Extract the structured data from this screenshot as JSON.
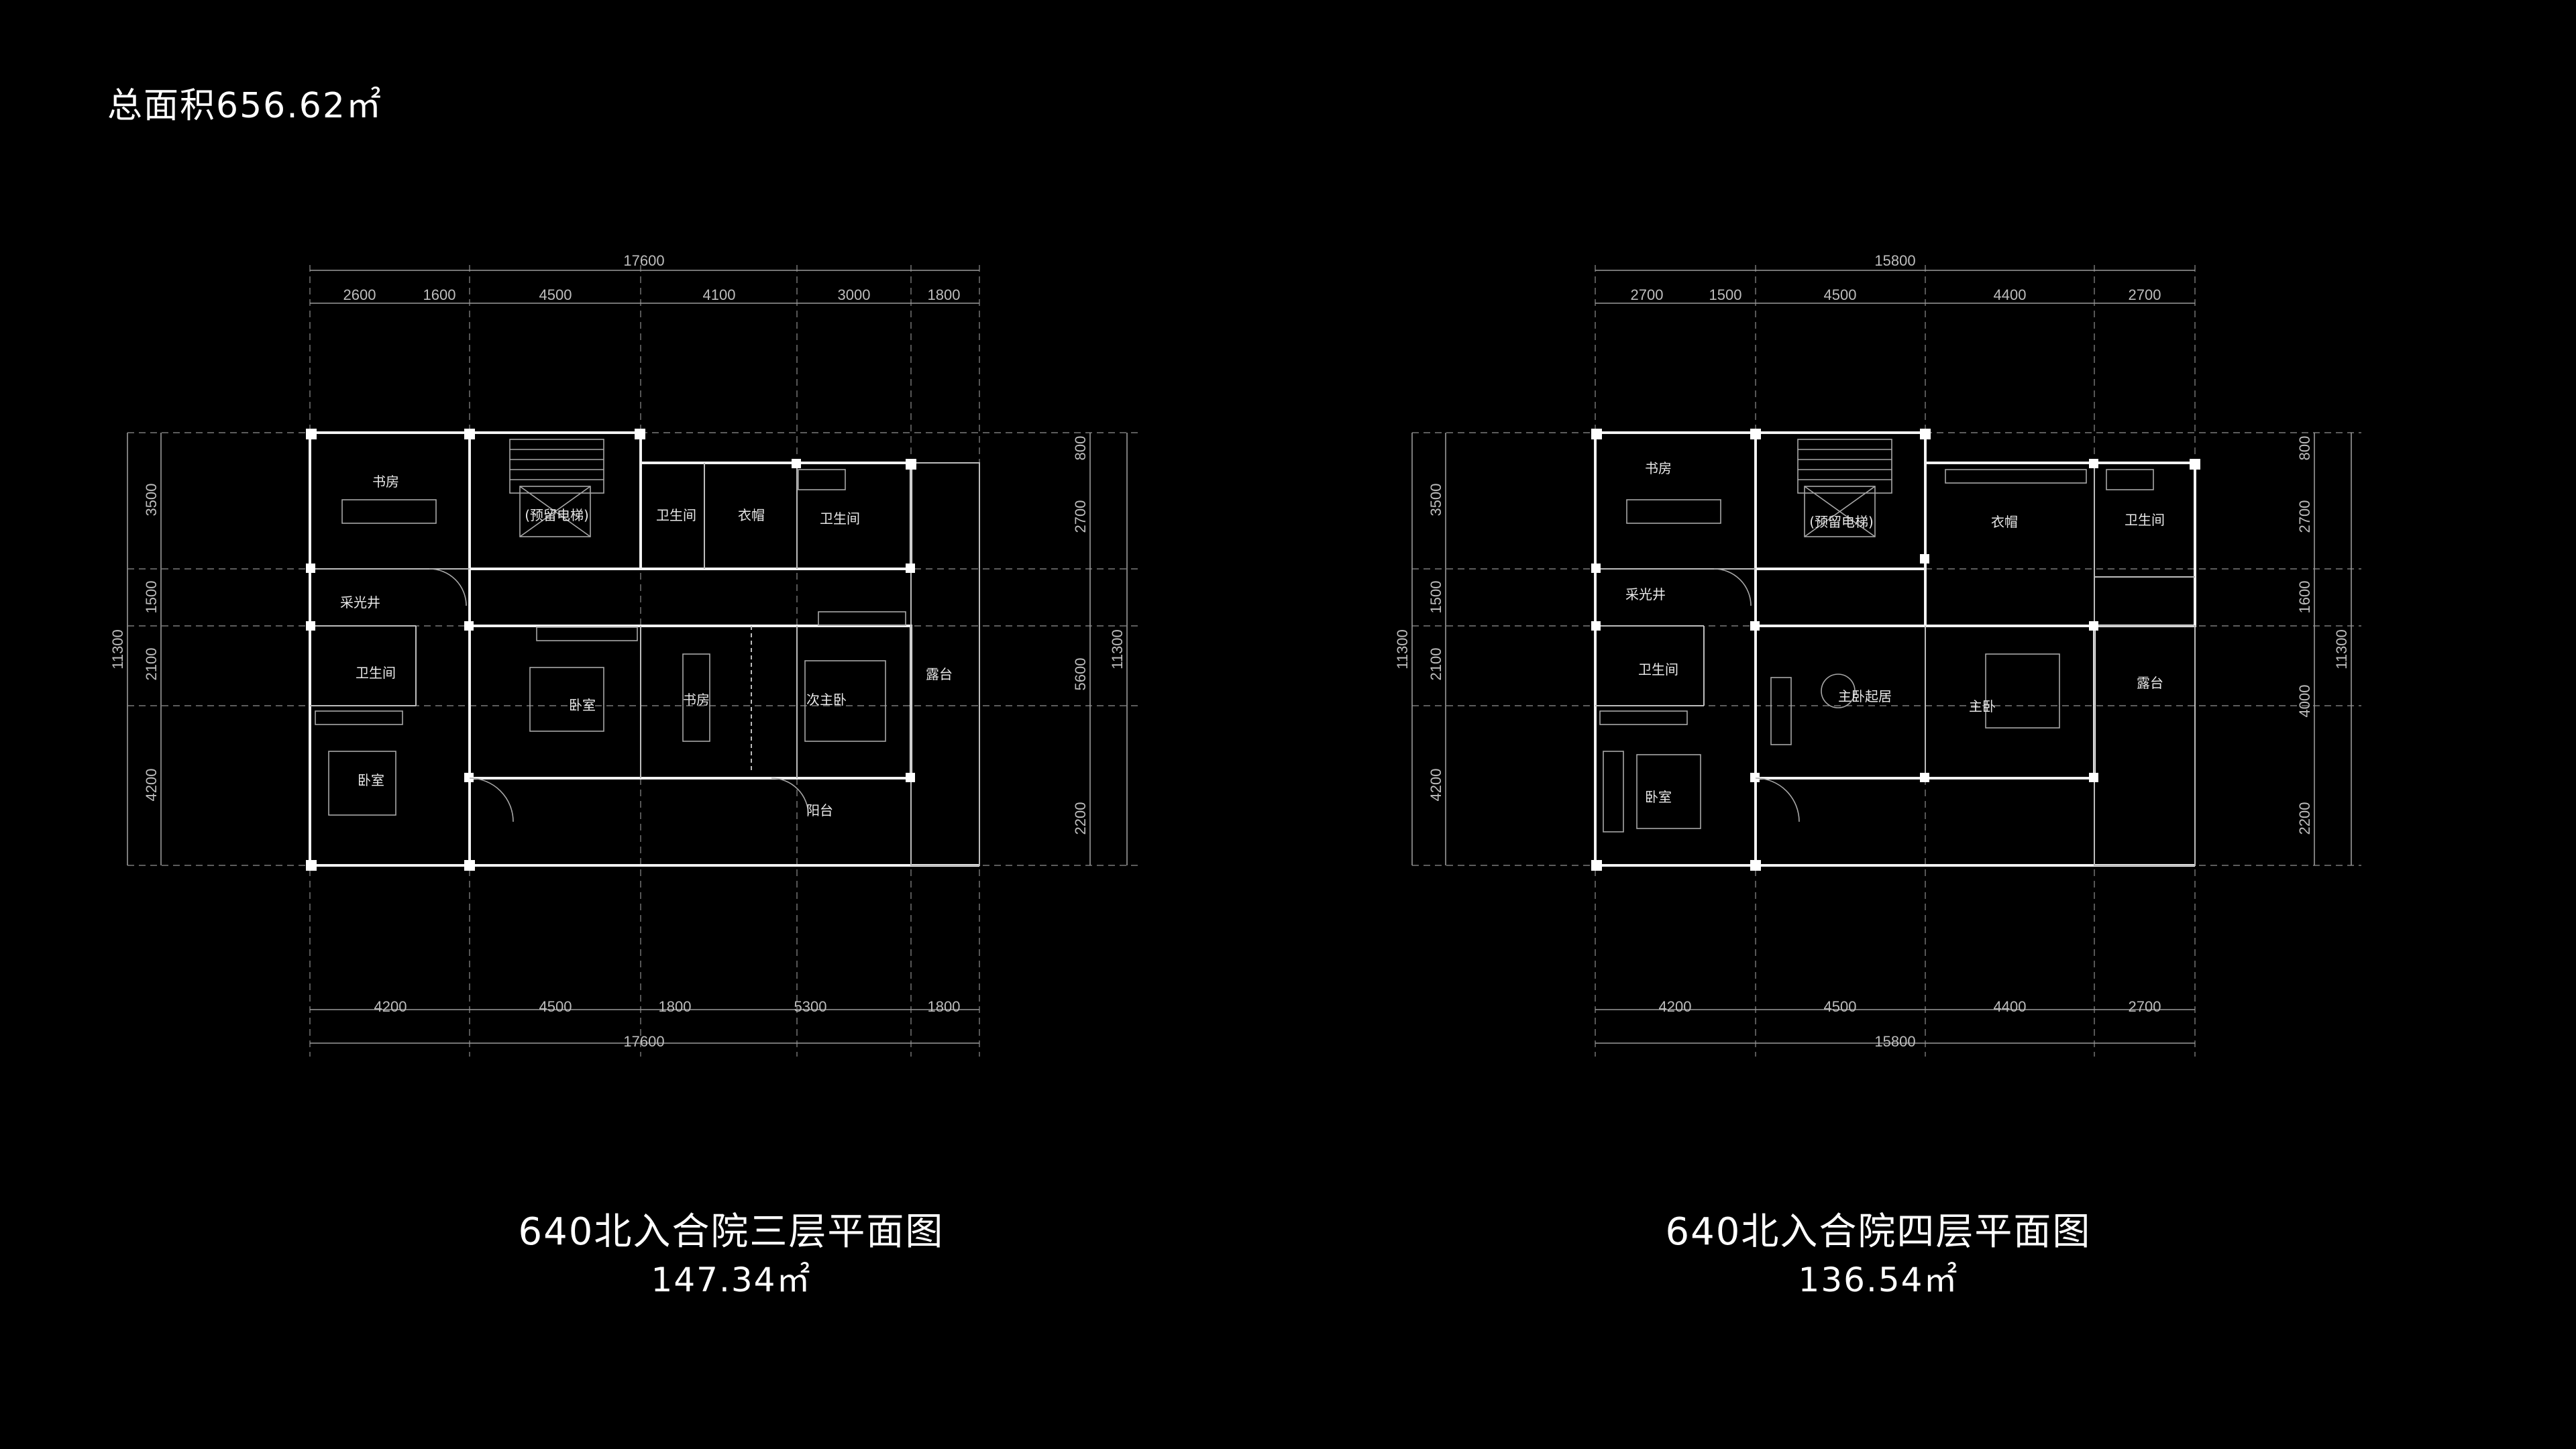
{
  "total_area": "总面积656.62㎡",
  "plan3": {
    "title": "640北入合院三层平面图",
    "area": "147.34㎡",
    "dims_top_total": "17600",
    "dims_top": [
      "2600",
      "1600",
      "4500",
      "4100",
      "3000",
      "1800"
    ],
    "dims_bottom": [
      "4200",
      "4500",
      "1800",
      "5300",
      "1800"
    ],
    "dims_bottom_total": "17600",
    "dims_left": [
      "3500",
      "1500",
      "2100",
      "4200"
    ],
    "dims_left_total": "11300",
    "dims_right": [
      "800",
      "2700",
      "5600",
      "2200"
    ],
    "dims_right_total": "11300",
    "rooms": {
      "study_left": "书房",
      "elevator": "(预留电梯)",
      "bath1": "卫生间",
      "closet": "衣帽",
      "bath2": "卫生间",
      "lightwell": "采光井",
      "bath3": "卫生间",
      "bedroom1": "卧室",
      "study_mid": "书房",
      "second_master": "次主卧",
      "terrace": "露台",
      "bedroom2": "卧室",
      "balcony": "阳台"
    }
  },
  "plan4": {
    "title": "640北入合院四层平面图",
    "area": "136.54㎡",
    "dims_top_total": "15800",
    "dims_top": [
      "2700",
      "1500",
      "4500",
      "4400",
      "2700"
    ],
    "dims_bottom": [
      "4200",
      "4500",
      "4400",
      "2700"
    ],
    "dims_bottom_total": "15800",
    "dims_left": [
      "3500",
      "1500",
      "2100",
      "4200"
    ],
    "dims_left_total": "11300",
    "dims_right": [
      "800",
      "2700",
      "1600",
      "4000",
      "2200"
    ],
    "dims_right_total": "11300",
    "rooms": {
      "study": "书房",
      "elevator": "(预留电梯)",
      "closet": "衣帽",
      "bath1": "卫生间",
      "lightwell": "采光井",
      "bath2": "卫生间",
      "master_living": "主卧起居",
      "master": "主卧",
      "terrace": "露台",
      "bedroom": "卧室"
    }
  }
}
